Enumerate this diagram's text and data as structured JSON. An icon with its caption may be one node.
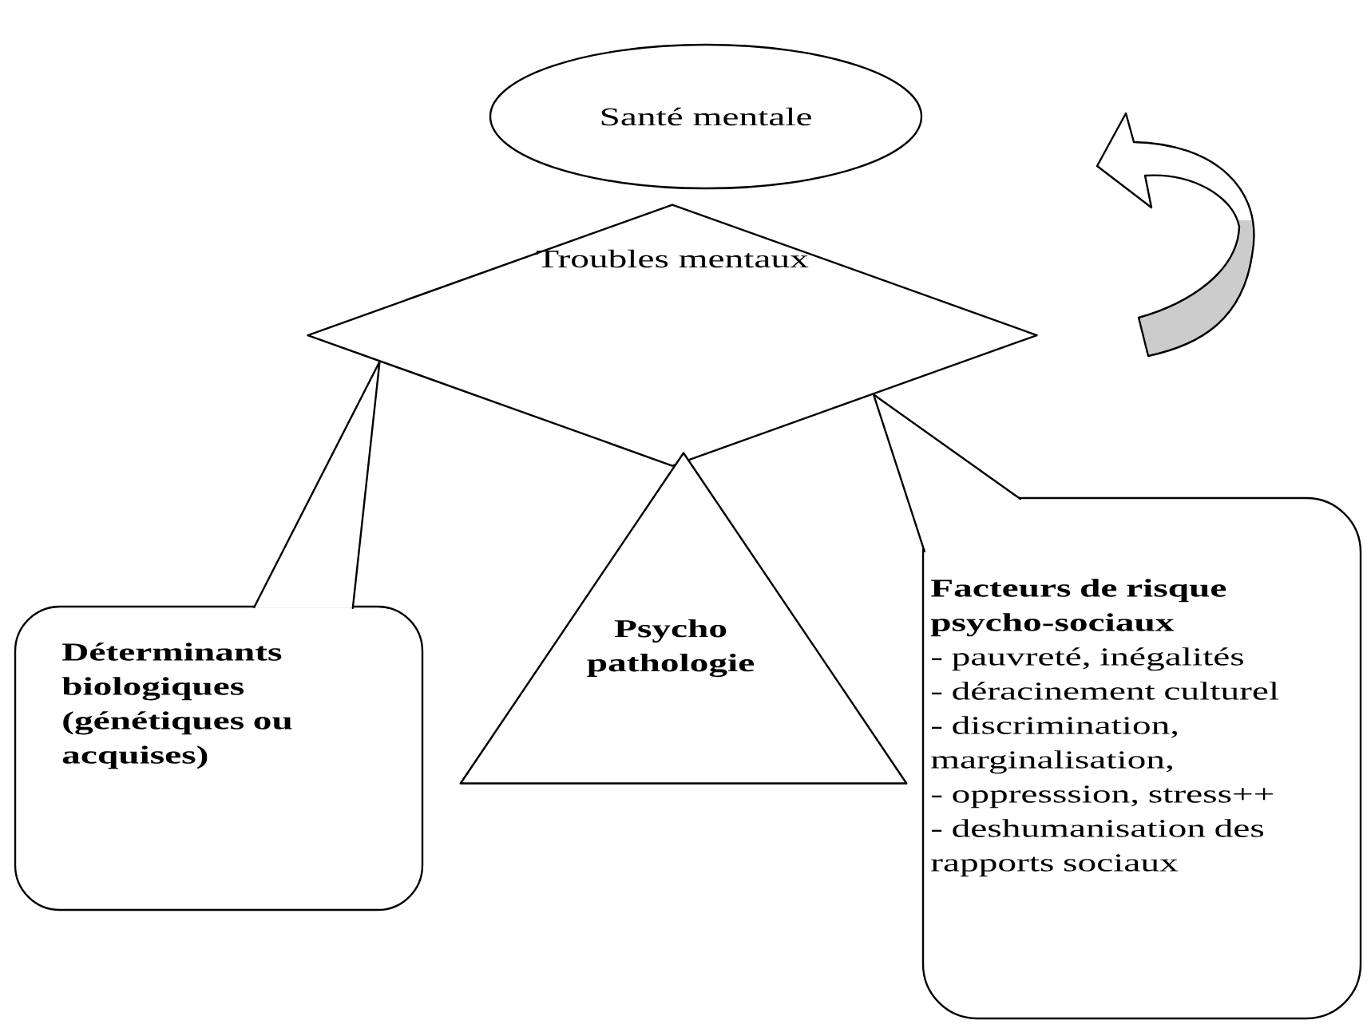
{
  "diagram": {
    "nodes": [
      {
        "text": [
          "Santé mentale"
        ]
      },
      {
        "text": [
          "Troubles mentaux"
        ]
      },
      {
        "text": [
          "Déterminants biologiques (génétiques ou acquises)"
        ]
      },
      {
        "text": [
          "Psycho pathologie"
        ]
      },
      {
        "text": [
          "Facteurs de risque psycho-sociaux",
          "- pauvreté, inégalités",
          "- déracinement culturel",
          "- discrimination, marginalisation,",
          "- oppresssion, stress++",
          "- deshumanisation des rapports sociaux"
        ]
      }
    ],
    "edges": [
      {
        "from": 2,
        "to": 1,
        "arrow": "none"
      },
      {
        "from": 4,
        "to": 1,
        "arrow": "none"
      }
    ]
  }
}
